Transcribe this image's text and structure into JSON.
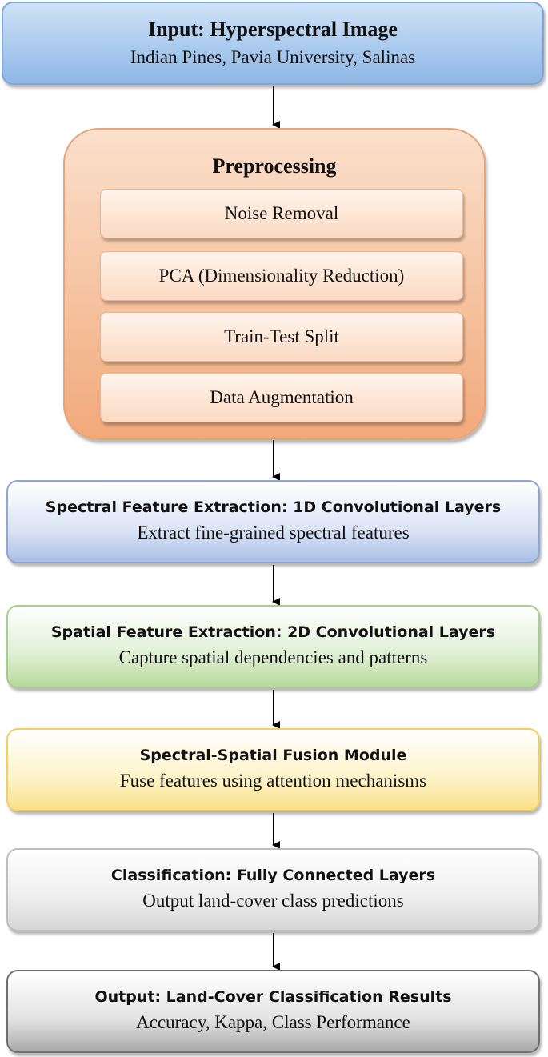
{
  "input": {
    "title": "Input: Hyperspectral Image",
    "subtitle": "Indian Pines, Pavia University, Salinas"
  },
  "preprocessing": {
    "title": "Preprocessing",
    "steps": [
      "Noise Removal",
      "PCA (Dimensionality Reduction)",
      "Train-Test Split",
      "Data Augmentation"
    ]
  },
  "spectral": {
    "title": "Spectral Feature Extraction: 1D Convolutional Layers",
    "subtitle": "Extract fine-grained spectral features"
  },
  "spatial": {
    "title": "Spatial Feature Extraction: 2D Convolutional Layers",
    "subtitle": "Capture spatial dependencies and patterns"
  },
  "fusion": {
    "title": "Spectral-Spatial Fusion Module",
    "subtitle": "Fuse features using attention mechanisms"
  },
  "classification": {
    "title": "Classification: Fully Connected Layers",
    "subtitle": "Output land-cover class predictions"
  },
  "output": {
    "title": "Output: Land-Cover Classification Results",
    "subtitle": "Accuracy, Kappa, Class Performance"
  },
  "colors": {
    "input": "#8db7e6",
    "preprocessing": "#f1a97a",
    "spectral": "#aabfe6",
    "spatial": "#b6d99c",
    "fusion": "#fbe08a",
    "classification": "#d6d6d6",
    "output": "#a9a9a9",
    "arrow": "#000000"
  }
}
